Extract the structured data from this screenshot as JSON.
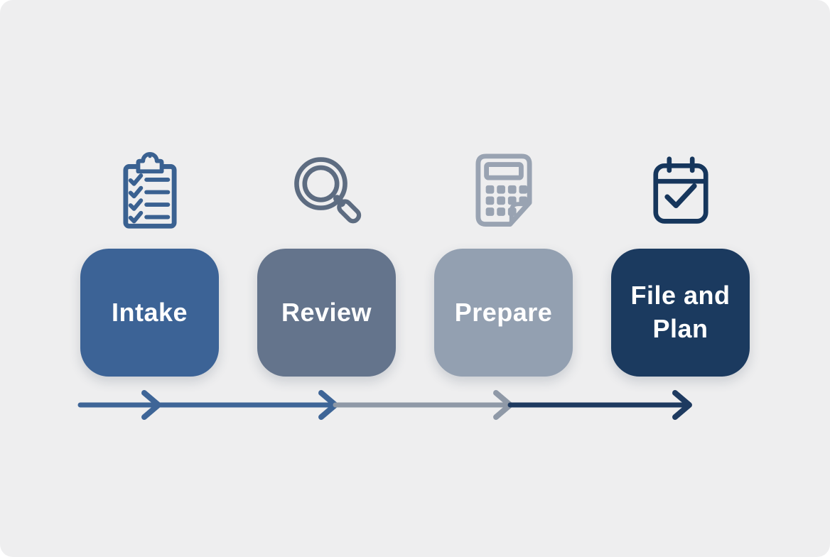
{
  "diagram": {
    "page_color": "#ffffff",
    "background_color": "#eeeeef",
    "stages": [
      {
        "label": "Intake",
        "box_color": "#3c6396",
        "label_color": "#ffffff",
        "icon": "checklist-clipboard-icon",
        "icon_color": "#3a6191"
      },
      {
        "label": "Review",
        "box_color": "#64748c",
        "label_color": "#ffffff",
        "icon": "magnifying-glass-icon",
        "icon_color": "#5d6c81"
      },
      {
        "label": "Prepare",
        "box_color": "#93a0b1",
        "label_color": "#ffffff",
        "icon": "calculator-icon",
        "icon_color": "#99a3b2"
      },
      {
        "label": "File and Plan",
        "box_color": "#1b3a5f",
        "label_color": "#ffffff",
        "icon": "calendar-check-icon",
        "icon_color": "#16365c"
      }
    ],
    "arrow": {
      "direction": "left-to-right",
      "segment_colors": [
        "#3e6597",
        "#3e6597",
        "#8f99a7",
        "#1e3a60"
      ]
    }
  }
}
